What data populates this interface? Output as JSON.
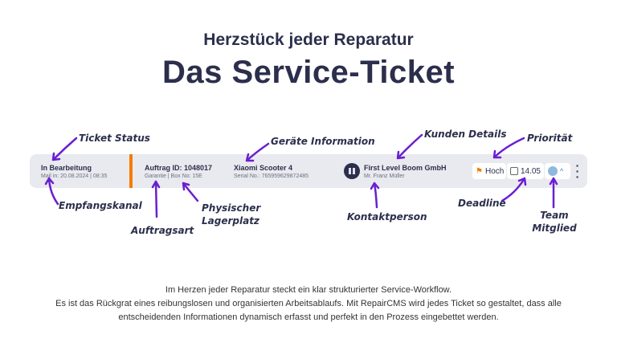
{
  "header": {
    "subtitle": "Herzstück jeder Reparatur",
    "title": "Das Service-Ticket"
  },
  "ticket": {
    "status": "In Bearbeitung",
    "channel": "Mail in: 20.08.2024 |  08:35",
    "order_id": "Auftrag ID: 1048017",
    "order_meta": "Garantie | Box No: 15E",
    "device": "Xiaomi Scooter 4",
    "serial": "Serial No.: 765959629872485",
    "customer": "First Level Boom GmbH",
    "contact": "Mr. Franz Müller",
    "priority": "Hoch",
    "deadline": "14.05",
    "accent_color": "#f57c00"
  },
  "annotations": {
    "ticket_status": "Ticket Status",
    "channel": "Empfangskanal",
    "order_type": "Auftragsart",
    "storage_1": "Physischer",
    "storage_2": "Lagerplatz",
    "device": "Geräte Information",
    "customer": "Kunden Details",
    "priority": "Priorität",
    "contact": "Kontaktperson",
    "deadline": "Deadline",
    "team_1": "Team",
    "team_2": "Mitglied"
  },
  "description": [
    "Im Herzen jeder Reparatur steckt ein klar strukturierter Service-Workflow.",
    "Es ist das Rückgrat eines reibungslosen und organisierten Arbeitsablaufs. Mit RepairCMS wird jedes Ticket so gestaltet, dass alle",
    "entscheidenden Informationen dynamisch erfasst und perfekt in den Prozess eingebettet werden."
  ]
}
